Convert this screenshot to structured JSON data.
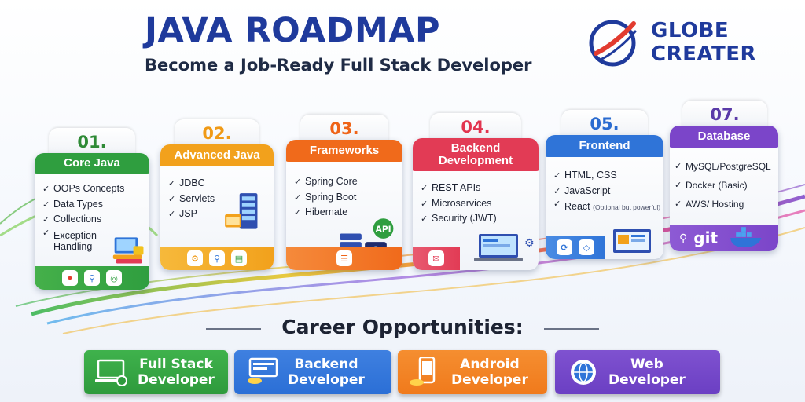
{
  "header": {
    "title": "JAVA ROADMAP",
    "subtitle": "Become a Job-Ready Full Stack Developer"
  },
  "logo": {
    "line1": "GLOBE",
    "line2": "CREATER"
  },
  "steps": [
    {
      "number": "01.",
      "title": "Core Java",
      "color": "#2f9e3f",
      "number_color": "#2f8a36",
      "items": [
        "OOPs Concepts",
        "Data Types",
        "Collections",
        "Exception Handling"
      ]
    },
    {
      "number": "02.",
      "title": "Advanced Java",
      "color": "#f2a11c",
      "number_color": "#f09a16",
      "items": [
        "JDBC",
        "Servlets",
        "JSP"
      ]
    },
    {
      "number": "03.",
      "title": "Frameworks",
      "color": "#f06a1b",
      "number_color": "#ef6418",
      "items": [
        "Spring Core",
        "Spring Boot",
        "Hibernate"
      ]
    },
    {
      "number": "04.",
      "title": "Backend Development",
      "color": "#e23b55",
      "number_color": "#e2344f",
      "items": [
        "REST APIs",
        "Microservices",
        "Security (JWT)"
      ]
    },
    {
      "number": "05.",
      "title": "Frontend",
      "color": "#2f74d8",
      "number_color": "#2a6bd0",
      "items": [
        "HTML, CSS",
        "JavaScript",
        "React"
      ],
      "note": "(Optional but powerful)"
    },
    {
      "number": "07.",
      "title": "Database",
      "color": "#7b45c9",
      "number_color": "#5a3aa8",
      "items": [
        "MySQL/PostgreSQL",
        "Docker (Basic)",
        "AWS/ Hosting"
      ],
      "badge": "git"
    }
  ],
  "illustrations": {
    "api_label": "API"
  },
  "career": {
    "title": "Career Opportunities:",
    "roles": [
      {
        "line1": "Full Stack",
        "line2": "Developer",
        "color": "#2e9a3c"
      },
      {
        "line1": "Backend",
        "line2": "Developer",
        "color": "#2b6fd6"
      },
      {
        "line1": "Android",
        "line2": "Developer",
        "color": "#f07a1c"
      },
      {
        "line1": "Web",
        "line2": "Developer",
        "color": "#6b3fc3"
      }
    ]
  },
  "icons": [
    "globe-icon",
    "check-icon",
    "server-icon",
    "database-icon",
    "laptop-icon",
    "gear-icon",
    "mail-icon",
    "git-icon",
    "docker-icon",
    "phone-icon",
    "browser-icon"
  ]
}
